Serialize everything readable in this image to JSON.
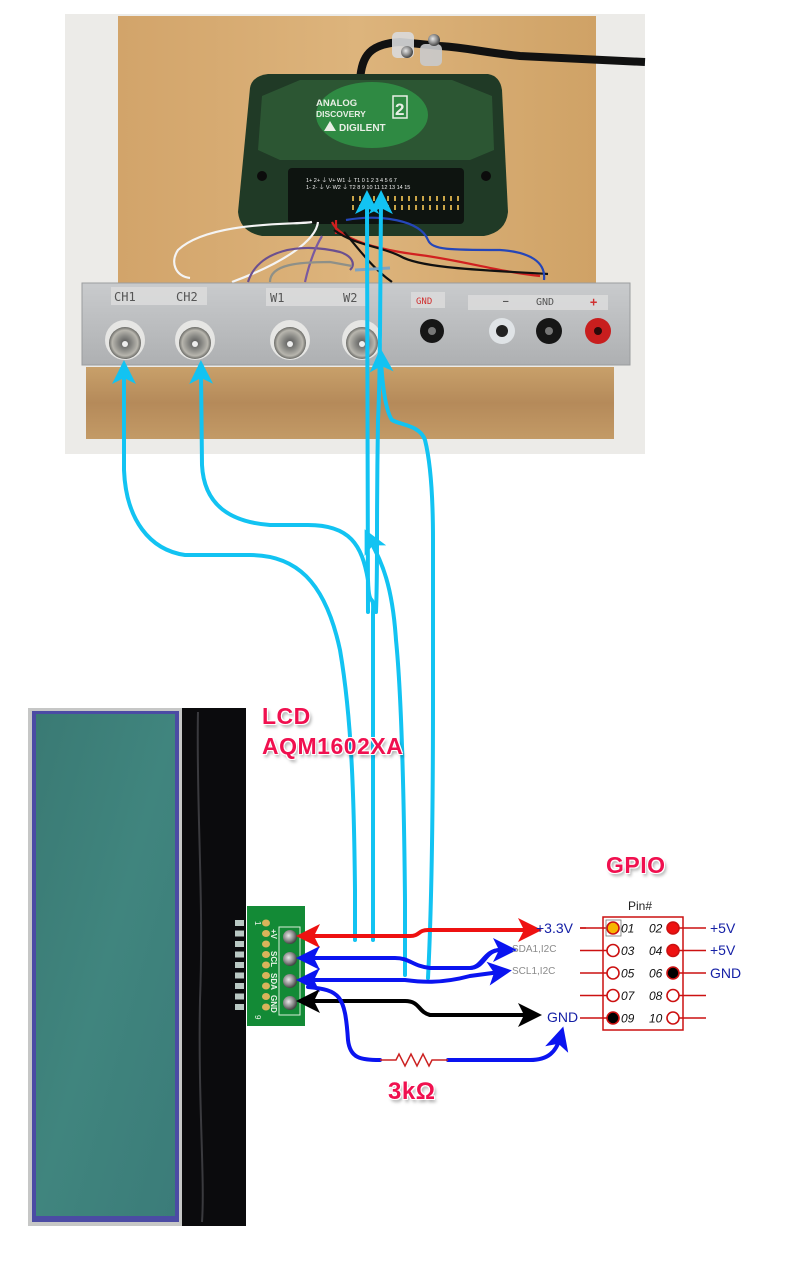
{
  "figure": {
    "title": "Analog Discovery 2 probing I2C LCD connected to Raspberry Pi GPIO"
  },
  "instrument": {
    "brand_line1": "ANALOG",
    "brand_line2": "DISCOVERY",
    "brand_badge": "2",
    "maker": "DIGILENT",
    "pin_row_top": "1+ 2+ ⏚ V+ W1 ⏚ T1 0 1 2 3 4 5 6 7",
    "pin_row_bottom": "1- 2- ⏚ V- W2 ⏚ T2 8 9 10 11 12 13 14 15",
    "panel_labels": {
      "ch1": "CH1",
      "ch2": "CH2",
      "w1": "W1",
      "w2": "W2",
      "gnd_red": "GND",
      "minus": "—",
      "gnd": "GND",
      "plus": "+"
    }
  },
  "lcd": {
    "title_line1": "LCD",
    "title_line2": "AQM1602XA",
    "pcb_pins": [
      "+V",
      "SCL",
      "SDA",
      "GND"
    ],
    "pcb_pin_first": "1",
    "pcb_pin_last": "9"
  },
  "gpio": {
    "title": "GPIO",
    "header_label": "Pin#",
    "left_labels": [
      "+3.3V",
      "SDA1,I2C",
      "SCL1,I2C",
      "",
      "GND"
    ],
    "right_labels": [
      "+5V",
      "+5V",
      "GND",
      "",
      ""
    ],
    "rows": [
      {
        "left_pin": "01",
        "right_pin": "02",
        "left_fill": "#f7b500",
        "right_fill": "#ee1111"
      },
      {
        "left_pin": "03",
        "right_pin": "04",
        "left_fill": "#ffffff",
        "right_fill": "#ee1111"
      },
      {
        "left_pin": "05",
        "right_pin": "06",
        "left_fill": "#ffffff",
        "right_fill": "#000000"
      },
      {
        "left_pin": "07",
        "right_pin": "08",
        "left_fill": "#ffffff",
        "right_fill": "#ffffff"
      },
      {
        "left_pin": "09",
        "right_pin": "10",
        "left_fill": "#000000",
        "right_fill": "#ffffff"
      }
    ]
  },
  "resistor": {
    "label": "3kΩ"
  },
  "colors": {
    "probe_wire": "#12c3f2",
    "power_wire": "#ee1111",
    "i2c_wire": "#0a14f0",
    "gnd_wire": "#000000",
    "title_pink": "#f0104f",
    "gpio_red": "#cc1111",
    "label_blue": "#1520a6",
    "label_gray": "#8a8a8a"
  }
}
